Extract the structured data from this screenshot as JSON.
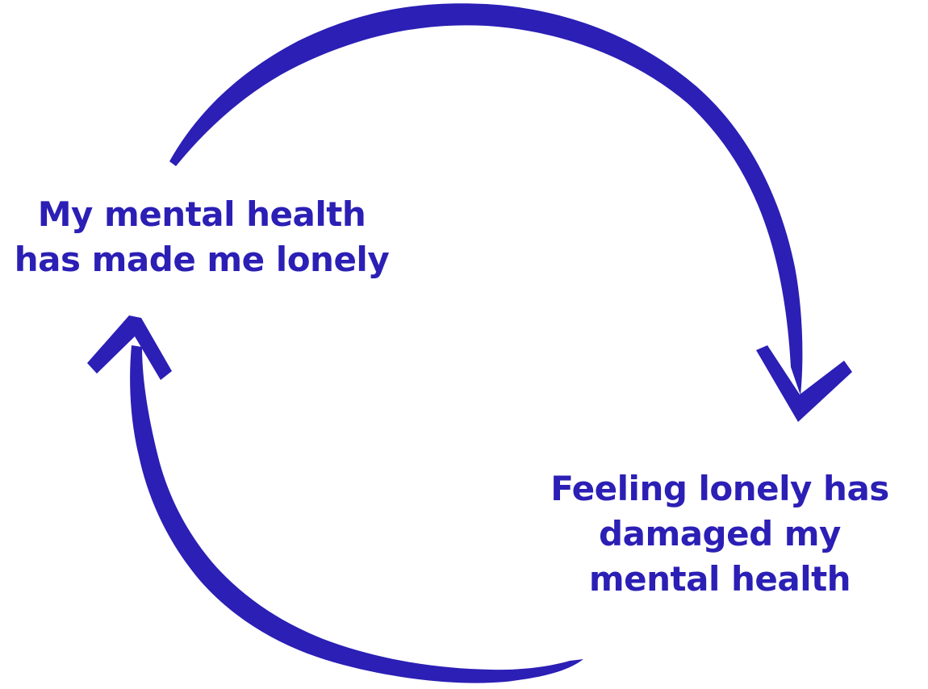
{
  "diagram": {
    "type": "cycle",
    "background_color": "#ffffff",
    "accent_color": "#2b1fb5",
    "left_node": {
      "lines": [
        "My mental health",
        "has made me lonely"
      ]
    },
    "right_node": {
      "lines": [
        "Feeling lonely has",
        "damaged my",
        "mental health"
      ]
    },
    "arrows": [
      {
        "id": "top-arc",
        "from": "left_node",
        "to": "right_node",
        "head": "down"
      },
      {
        "id": "bottom-arc",
        "from": "right_node",
        "to": "left_node",
        "head": "up"
      }
    ]
  }
}
